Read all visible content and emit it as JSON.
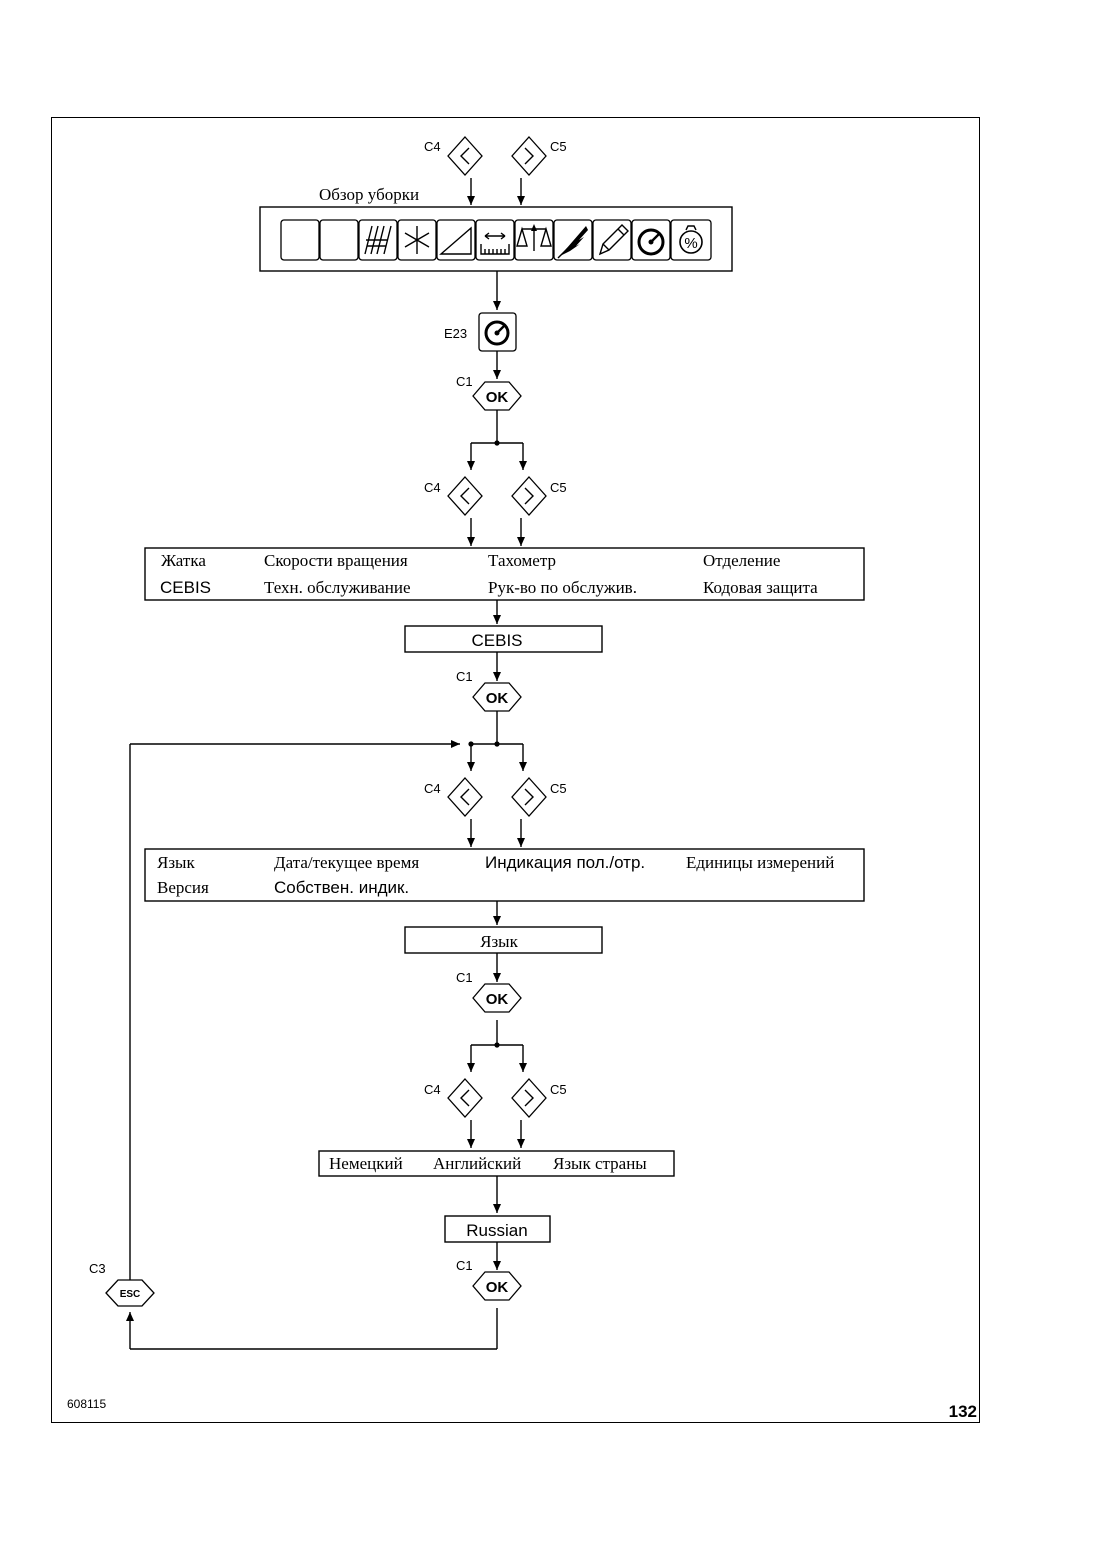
{
  "keys": {
    "c1": "C1",
    "c3": "C3",
    "c4": "C4",
    "c5": "C5",
    "e23": "E23",
    "ok": "OK",
    "esc": "ESC"
  },
  "icons": [
    "blank-icon",
    "blank-icon",
    "header-reel-icon",
    "asterisk-icon",
    "ramp-icon",
    "width-measure-icon",
    "scale-icon",
    "wheat-ear-icon",
    "pencil-icon",
    "speedometer-icon",
    "percent-gear-icon"
  ],
  "title_overview": "Обзор уборки",
  "menu1": {
    "row1": [
      "Жатка",
      "Скорости вращения",
      "Тахометр",
      "Отделение"
    ],
    "row2": [
      "CEBIS",
      "Техн. обслуживание",
      "Рук-во по обслужив.",
      "Кодовая защита"
    ]
  },
  "box_cebis": "CEBIS",
  "menu2": {
    "row1": [
      "Язык",
      "Дата/текущее время",
      "Индикация пол./отр.",
      "Единицы измерений"
    ],
    "row2": [
      "Версия",
      "Собствен. индик."
    ]
  },
  "box_language": "Язык",
  "menu3": [
    "Немецкий",
    "Английский",
    "Язык страны"
  ],
  "box_russian": "Russian",
  "footer": {
    "code": "608115",
    "page": "132"
  }
}
